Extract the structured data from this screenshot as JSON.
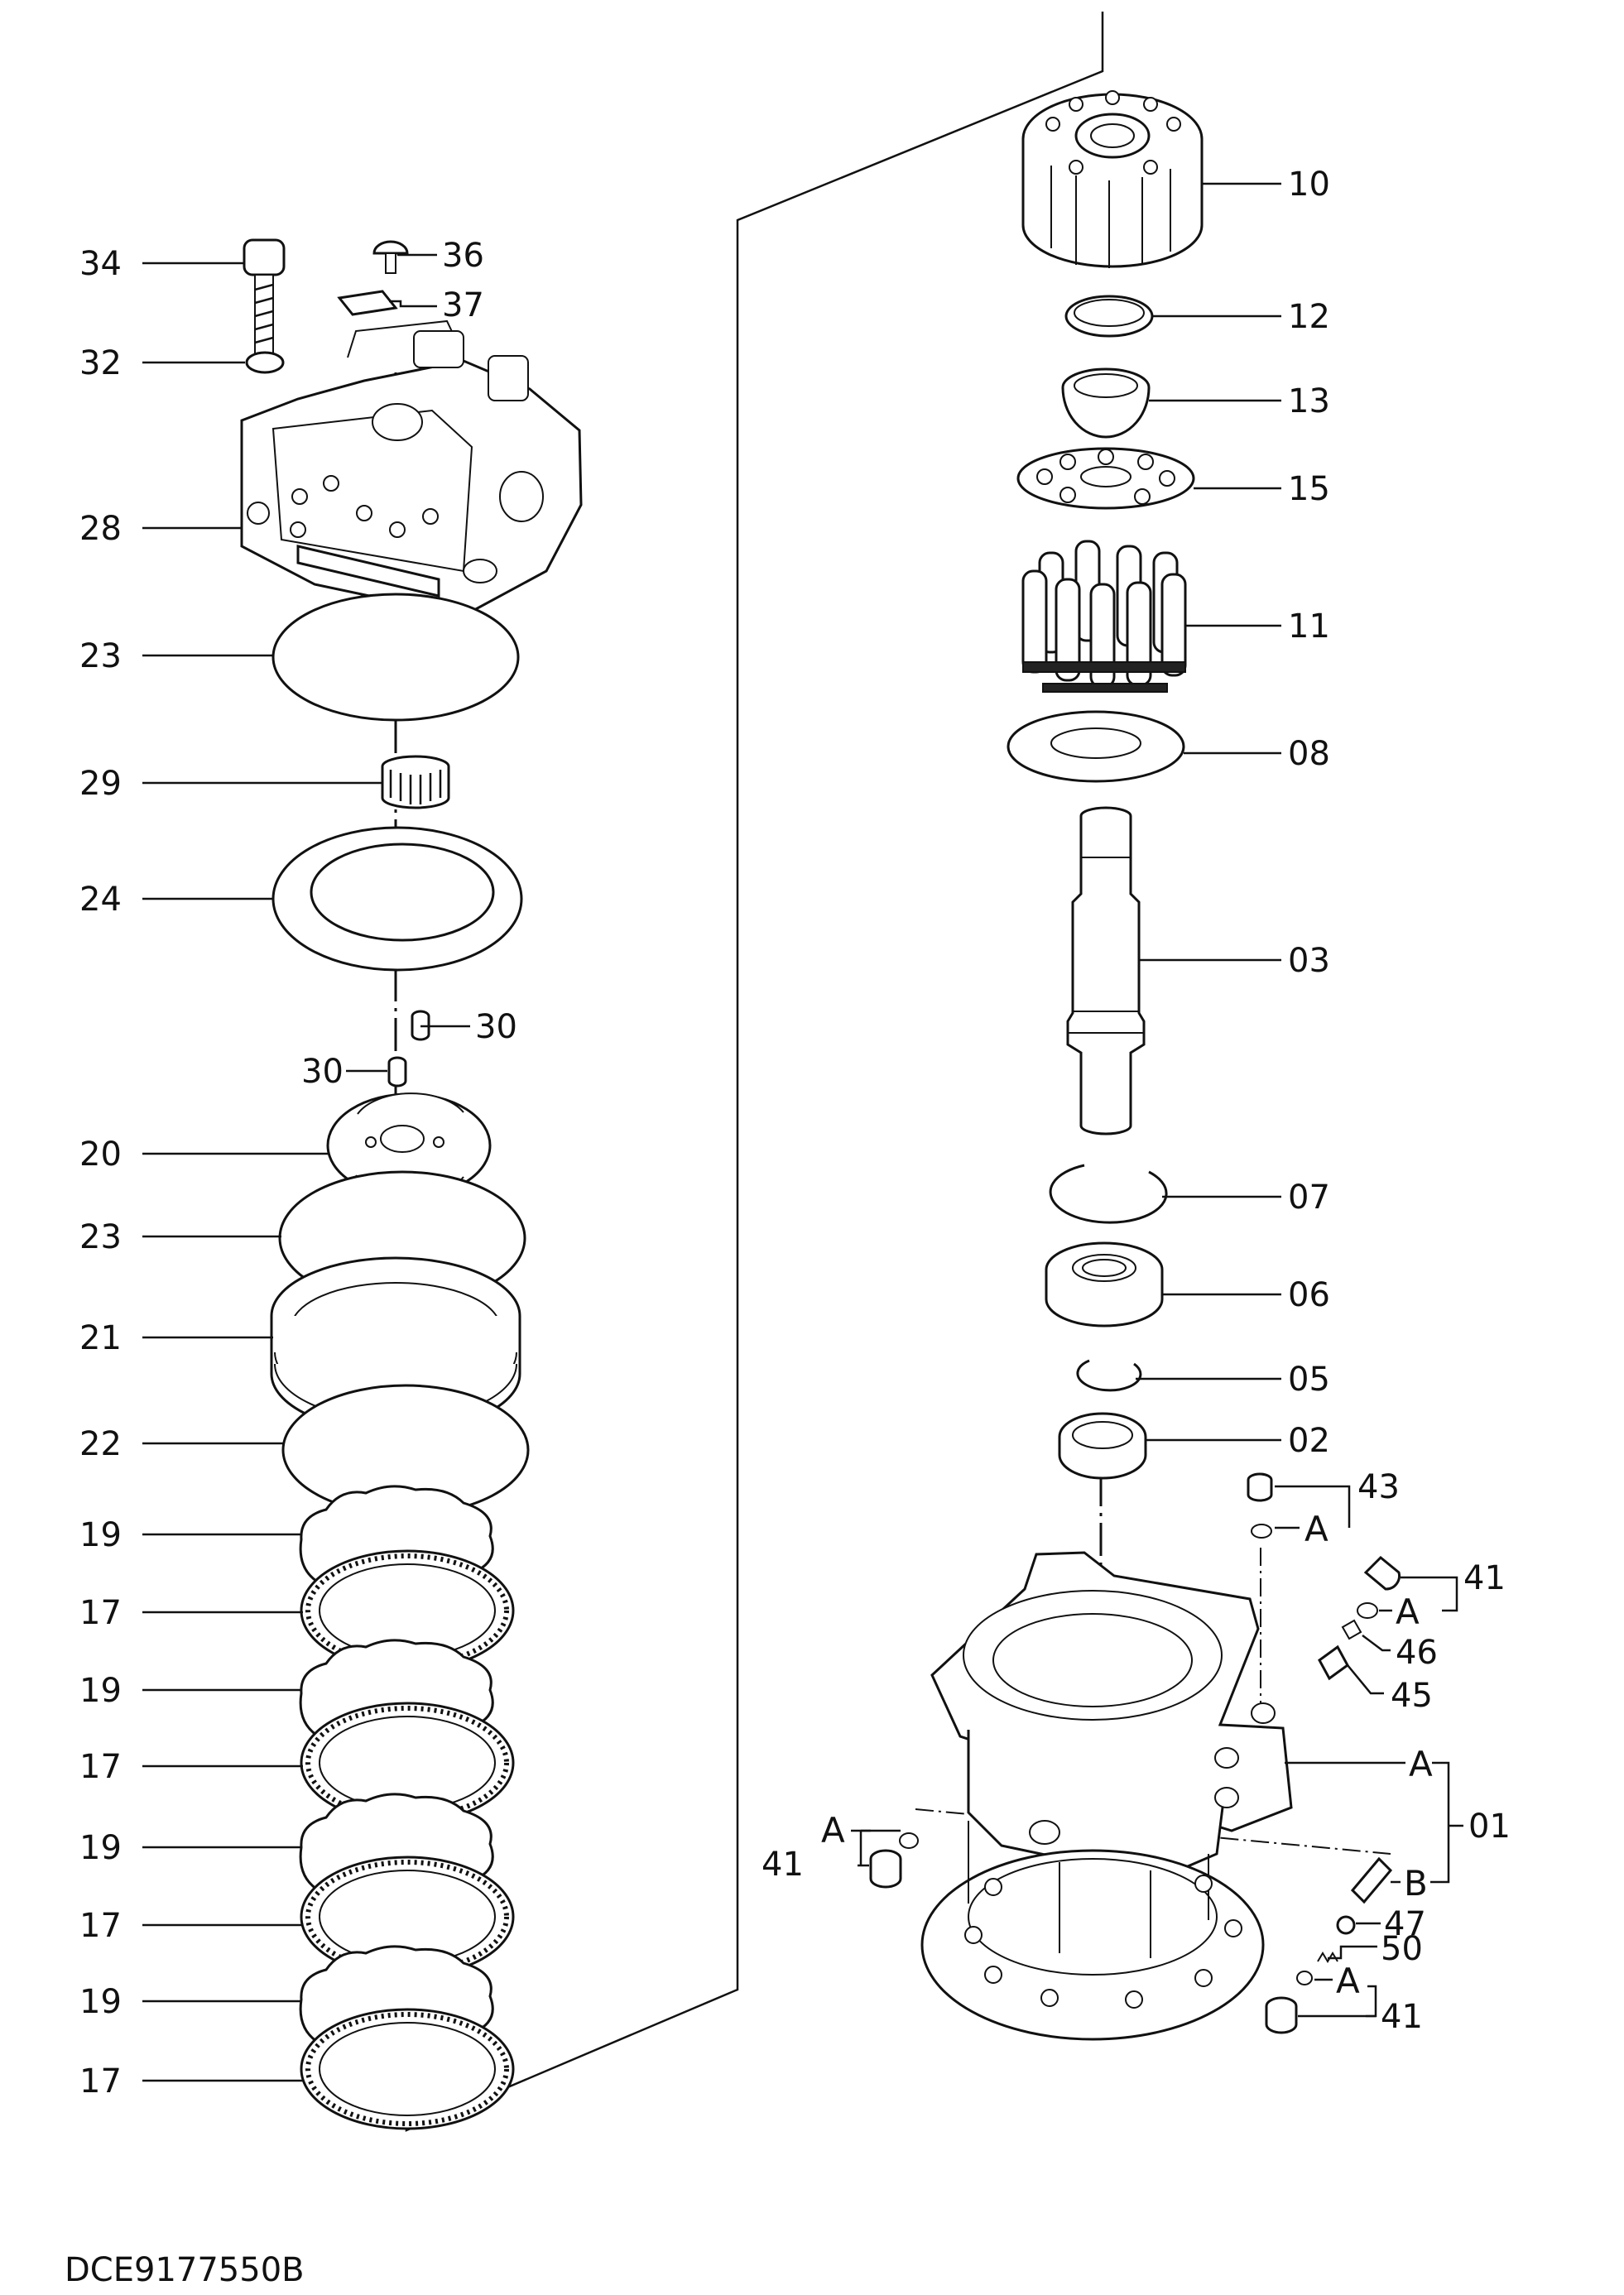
{
  "drawing_code": "DCE9177550B",
  "colors": {
    "line": "#111111",
    "background": "#ffffff"
  },
  "labels": {
    "p34": "34",
    "p36": "36",
    "p37": "37",
    "p32": "32",
    "p28": "28",
    "p23a": "23",
    "p29": "29",
    "p24": "24",
    "p30a": "30",
    "p30b": "30",
    "p20": "20",
    "p23b": "23",
    "p21": "21",
    "p22": "22",
    "p19a": "19",
    "p17a": "17",
    "p19b": "19",
    "p17b": "17",
    "p19c": "19",
    "p17c": "17",
    "p19d": "19",
    "p17d": "17",
    "p10": "10",
    "p12": "12",
    "p13": "13",
    "p15": "15",
    "p11": "11",
    "p08": "08",
    "p03": "03",
    "p07": "07",
    "p06": "06",
    "p05": "05",
    "p02": "02",
    "p43": "43",
    "p41a": "41",
    "p46": "46",
    "p45": "45",
    "p01": "01",
    "p41b": "41",
    "p47": "47",
    "p50": "50",
    "p41c": "41"
  },
  "refs": {
    "a1": "A",
    "a2": "A",
    "a3": "A",
    "a4": "A",
    "a5": "A",
    "b1": "B"
  }
}
